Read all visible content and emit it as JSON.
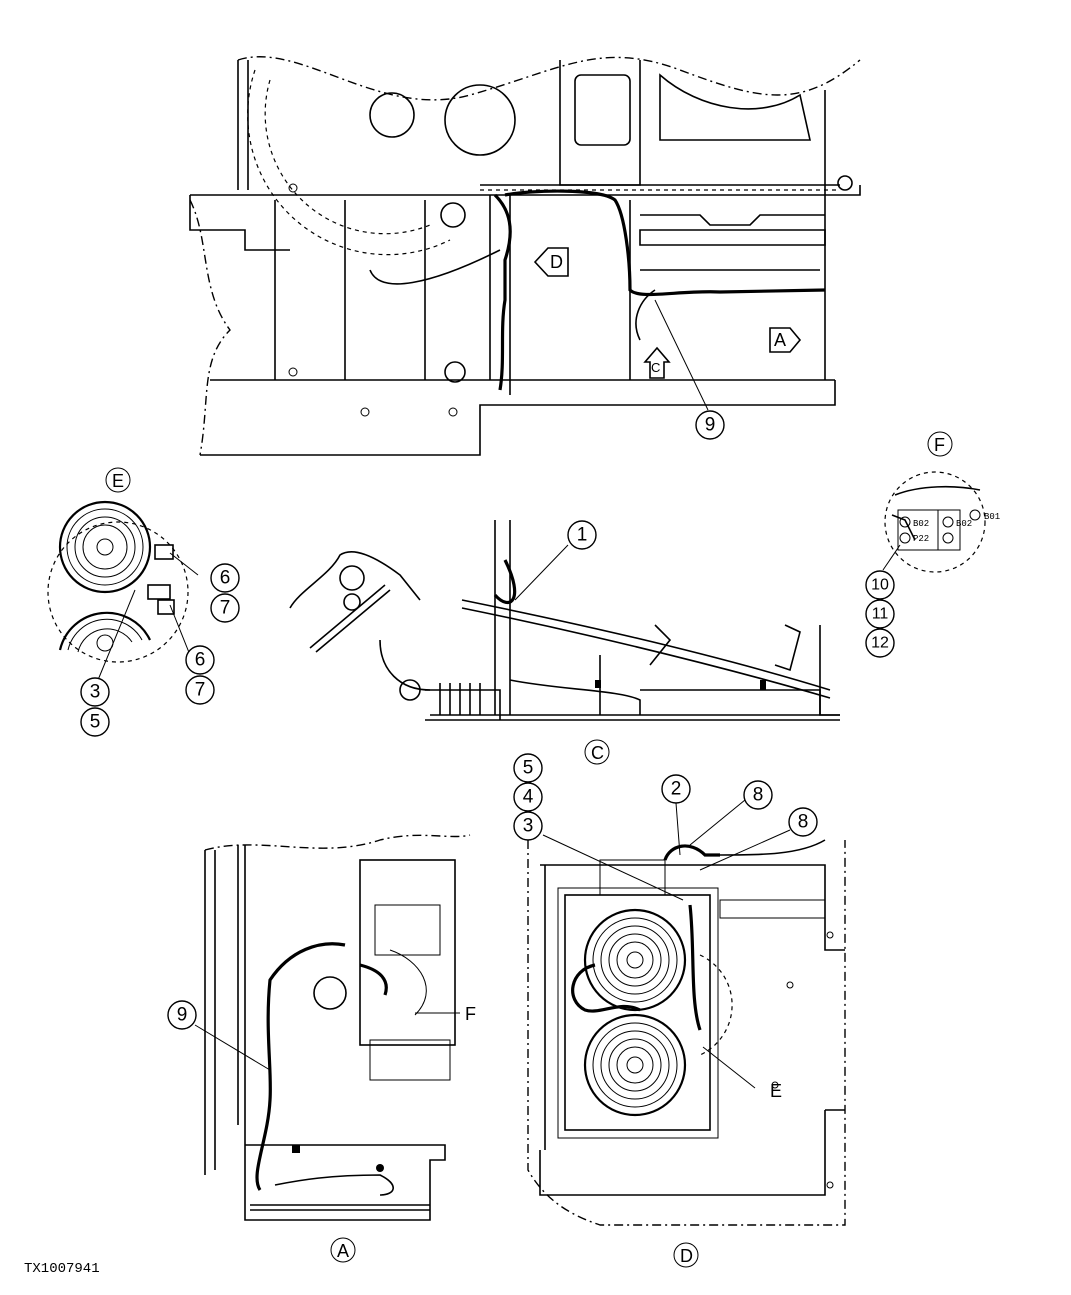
{
  "figure_id": "TX1007941",
  "view_labels": {
    "A": "A",
    "C": "C",
    "D": "D",
    "E": "E",
    "F": "F"
  },
  "arrow_markers": {
    "A": "A",
    "C": "C",
    "D": "D"
  },
  "pointer_labels": {
    "F": "F",
    "E": "E"
  },
  "detail_f_text": {
    "b01": "B01",
    "b02a": "B02",
    "b02b": "B02",
    "p22": "P22"
  },
  "callouts": {
    "c1": "1",
    "c2": "2",
    "c3a": "3",
    "c3b": "3",
    "c4": "4",
    "c5a": "5",
    "c5b": "5",
    "c6a": "6",
    "c6b": "6",
    "c7a": "7",
    "c7b": "7",
    "c8a": "8",
    "c8b": "8",
    "c9a": "9",
    "c9b": "9",
    "c10": "10",
    "c11": "11",
    "c12": "12"
  }
}
